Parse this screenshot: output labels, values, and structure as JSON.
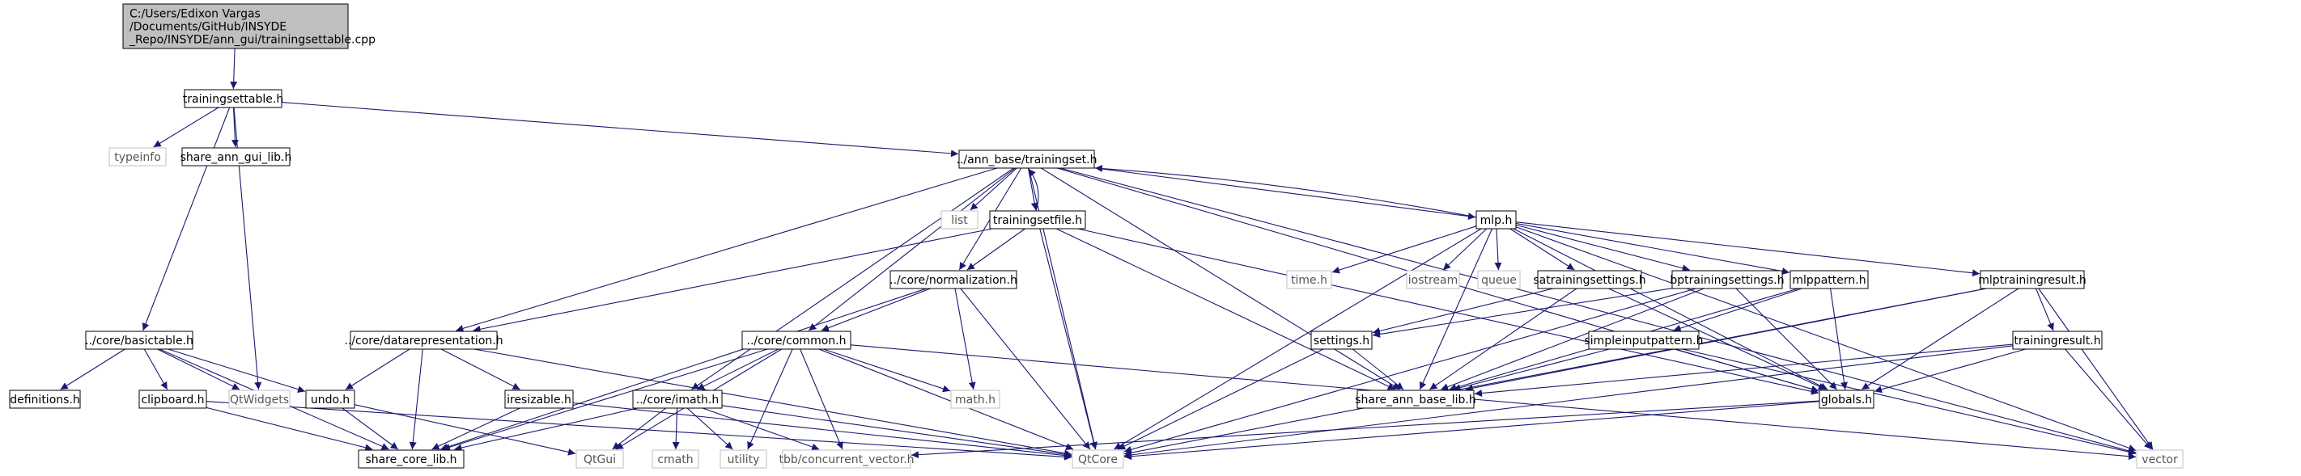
{
  "colors": {
    "edge": "#191970",
    "root_fill": "#bfbfbf",
    "root_border": "#000000",
    "node_border": "#000000",
    "external_border": "#bfbfbf",
    "text": "#000000",
    "external_text": "#555555"
  },
  "nodes": [
    {
      "id": "root",
      "lines": [
        "C:/Users/Edixon Vargas",
        "/Documents/GitHub/INSYDE",
        "_Repo/INSYDE/ann_gui/trainingsettable.cpp"
      ],
      "kind": "root"
    },
    {
      "id": "trainingsettable",
      "lines": [
        "trainingsettable.h"
      ],
      "kind": "file"
    },
    {
      "id": "typeinfo",
      "lines": [
        "typeinfo"
      ],
      "kind": "external"
    },
    {
      "id": "share_ann_gui_lib",
      "lines": [
        "share_ann_gui_lib.h"
      ],
      "kind": "file"
    },
    {
      "id": "trainingset",
      "lines": [
        "../ann_base/trainingset.h"
      ],
      "kind": "file"
    },
    {
      "id": "basictable",
      "lines": [
        "../core/basictable.h"
      ],
      "kind": "file"
    },
    {
      "id": "qtwidgets",
      "lines": [
        "QtWidgets"
      ],
      "kind": "external"
    },
    {
      "id": "definitions",
      "lines": [
        "definitions.h"
      ],
      "kind": "file"
    },
    {
      "id": "clipboard",
      "lines": [
        "clipboard.h"
      ],
      "kind": "file"
    },
    {
      "id": "undo",
      "lines": [
        "undo.h"
      ],
      "kind": "file"
    },
    {
      "id": "share_core_lib",
      "lines": [
        "share_core_lib.h"
      ],
      "kind": "file"
    },
    {
      "id": "qtgui",
      "lines": [
        "QtGui"
      ],
      "kind": "external"
    },
    {
      "id": "datarepresentation",
      "lines": [
        "../core/datarepresentation.h"
      ],
      "kind": "file"
    },
    {
      "id": "iresizable",
      "lines": [
        "iresizable.h"
      ],
      "kind": "file"
    },
    {
      "id": "list",
      "lines": [
        "list"
      ],
      "kind": "external"
    },
    {
      "id": "trainingsetfile",
      "lines": [
        "trainingsetfile.h"
      ],
      "kind": "file"
    },
    {
      "id": "normalization",
      "lines": [
        "../core/normalization.h"
      ],
      "kind": "file"
    },
    {
      "id": "common",
      "lines": [
        "../core/common.h"
      ],
      "kind": "file"
    },
    {
      "id": "imath",
      "lines": [
        "../core/imath.h"
      ],
      "kind": "file"
    },
    {
      "id": "cmath",
      "lines": [
        "cmath"
      ],
      "kind": "external"
    },
    {
      "id": "utility",
      "lines": [
        "utility"
      ],
      "kind": "external"
    },
    {
      "id": "concurrent_vector",
      "lines": [
        "tbb/concurrent_vector.h"
      ],
      "kind": "external"
    },
    {
      "id": "mathh",
      "lines": [
        "math.h"
      ],
      "kind": "external"
    },
    {
      "id": "qtcore",
      "lines": [
        "QtCore"
      ],
      "kind": "external"
    },
    {
      "id": "mlp",
      "lines": [
        "mlp.h"
      ],
      "kind": "file"
    },
    {
      "id": "timeh",
      "lines": [
        "time.h"
      ],
      "kind": "external"
    },
    {
      "id": "iostream",
      "lines": [
        "iostream"
      ],
      "kind": "external"
    },
    {
      "id": "queue",
      "lines": [
        "queue"
      ],
      "kind": "external"
    },
    {
      "id": "satrainingsettings",
      "lines": [
        "satrainingsettings.h"
      ],
      "kind": "file"
    },
    {
      "id": "bptrainingsettings",
      "lines": [
        "bptrainingsettings.h"
      ],
      "kind": "file"
    },
    {
      "id": "mlppattern",
      "lines": [
        "mlppattern.h"
      ],
      "kind": "file"
    },
    {
      "id": "mlptrainingresult",
      "lines": [
        "mlptrainingresult.h"
      ],
      "kind": "file"
    },
    {
      "id": "settings",
      "lines": [
        "settings.h"
      ],
      "kind": "file"
    },
    {
      "id": "simpleinputpattern",
      "lines": [
        "simpleinputpattern.h"
      ],
      "kind": "file"
    },
    {
      "id": "trainingresult",
      "lines": [
        "trainingresult.h"
      ],
      "kind": "file"
    },
    {
      "id": "share_ann_base_lib",
      "lines": [
        "share_ann_base_lib.h"
      ],
      "kind": "file"
    },
    {
      "id": "globals",
      "lines": [
        "globals.h"
      ],
      "kind": "file"
    },
    {
      "id": "vector",
      "lines": [
        "vector"
      ],
      "kind": "external"
    }
  ],
  "edges": [
    [
      "root",
      "trainingsettable"
    ],
    [
      "trainingsettable",
      "typeinfo"
    ],
    [
      "trainingsettable",
      "share_ann_gui_lib"
    ],
    [
      "trainingsettable",
      "trainingset"
    ],
    [
      "trainingsettable",
      "basictable"
    ],
    [
      "trainingsettable",
      "qtwidgets"
    ],
    [
      "basictable",
      "definitions"
    ],
    [
      "basictable",
      "clipboard"
    ],
    [
      "basictable",
      "qtwidgets"
    ],
    [
      "basictable",
      "undo"
    ],
    [
      "basictable",
      "share_core_lib"
    ],
    [
      "clipboard",
      "share_core_lib"
    ],
    [
      "clipboard",
      "qtcore"
    ],
    [
      "undo",
      "share_core_lib"
    ],
    [
      "undo",
      "qtgui"
    ],
    [
      "datarepresentation",
      "undo"
    ],
    [
      "datarepresentation",
      "iresizable"
    ],
    [
      "datarepresentation",
      "share_core_lib"
    ],
    [
      "datarepresentation",
      "qtcore"
    ],
    [
      "iresizable",
      "share_core_lib"
    ],
    [
      "iresizable",
      "qtcore"
    ],
    [
      "trainingset",
      "datarepresentation"
    ],
    [
      "trainingset",
      "list"
    ],
    [
      "trainingset",
      "trainingsetfile"
    ],
    [
      "trainingset",
      "normalization"
    ],
    [
      "trainingset",
      "common"
    ],
    [
      "trainingset",
      "imath"
    ],
    [
      "trainingset",
      "qtcore"
    ],
    [
      "trainingset",
      "mlp"
    ],
    [
      "trainingset",
      "share_ann_base_lib"
    ],
    [
      "trainingset",
      "globals"
    ],
    [
      "trainingset",
      "vector"
    ],
    [
      "trainingsetfile",
      "trainingset"
    ],
    [
      "trainingsetfile",
      "datarepresentation"
    ],
    [
      "trainingsetfile",
      "normalization"
    ],
    [
      "trainingsetfile",
      "qtcore"
    ],
    [
      "trainingsetfile",
      "share_ann_base_lib"
    ],
    [
      "trainingsetfile",
      "globals"
    ],
    [
      "normalization",
      "common"
    ],
    [
      "normalization",
      "share_core_lib"
    ],
    [
      "normalization",
      "mathh"
    ],
    [
      "normalization",
      "qtcore"
    ],
    [
      "common",
      "imath"
    ],
    [
      "common",
      "share_core_lib"
    ],
    [
      "common",
      "qtgui"
    ],
    [
      "common",
      "utility"
    ],
    [
      "common",
      "concurrent_vector"
    ],
    [
      "common",
      "mathh"
    ],
    [
      "common",
      "qtcore"
    ],
    [
      "common",
      "vector"
    ],
    [
      "imath",
      "share_core_lib"
    ],
    [
      "imath",
      "qtgui"
    ],
    [
      "imath",
      "cmath"
    ],
    [
      "imath",
      "utility"
    ],
    [
      "imath",
      "concurrent_vector"
    ],
    [
      "imath",
      "qtcore"
    ],
    [
      "mlp",
      "trainingset"
    ],
    [
      "mlp",
      "timeh"
    ],
    [
      "mlp",
      "iostream"
    ],
    [
      "mlp",
      "queue"
    ],
    [
      "mlp",
      "satrainingsettings"
    ],
    [
      "mlp",
      "bptrainingsettings"
    ],
    [
      "mlp",
      "mlppattern"
    ],
    [
      "mlp",
      "mlptrainingresult"
    ],
    [
      "mlp",
      "qtcore"
    ],
    [
      "mlp",
      "share_ann_base_lib"
    ],
    [
      "mlp",
      "globals"
    ],
    [
      "mlp",
      "vector"
    ],
    [
      "satrainingsettings",
      "settings"
    ],
    [
      "satrainingsettings",
      "share_ann_base_lib"
    ],
    [
      "satrainingsettings",
      "globals"
    ],
    [
      "bptrainingsettings",
      "settings"
    ],
    [
      "bptrainingsettings",
      "share_ann_base_lib"
    ],
    [
      "bptrainingsettings",
      "globals"
    ],
    [
      "bptrainingsettings",
      "qtcore"
    ],
    [
      "mlppattern",
      "simpleinputpattern"
    ],
    [
      "mlppattern",
      "share_ann_base_lib"
    ],
    [
      "mlppattern",
      "globals"
    ],
    [
      "mlptrainingresult",
      "trainingresult"
    ],
    [
      "mlptrainingresult",
      "share_ann_base_lib"
    ],
    [
      "mlptrainingresult",
      "globals"
    ],
    [
      "mlptrainingresult",
      "qtcore"
    ],
    [
      "mlptrainingresult",
      "vector"
    ],
    [
      "settings",
      "share_ann_base_lib"
    ],
    [
      "settings",
      "qtcore"
    ],
    [
      "simpleinputpattern",
      "share_ann_base_lib"
    ],
    [
      "simpleinputpattern",
      "globals"
    ],
    [
      "simpleinputpattern",
      "vector"
    ],
    [
      "trainingresult",
      "share_ann_base_lib"
    ],
    [
      "trainingresult",
      "globals"
    ],
    [
      "trainingresult",
      "qtcore"
    ],
    [
      "trainingresult",
      "vector"
    ],
    [
      "globals",
      "qtcore"
    ],
    [
      "globals",
      "concurrent_vector"
    ]
  ]
}
